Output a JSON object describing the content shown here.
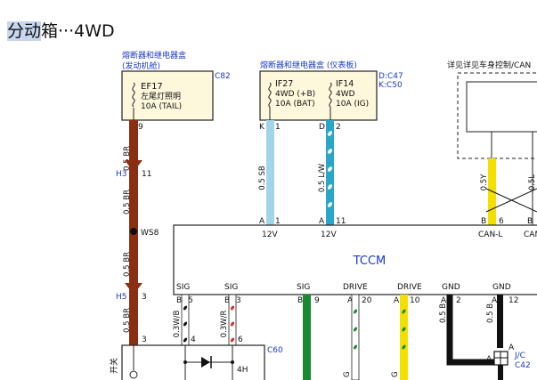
{
  "title": {
    "highlighted": "分动",
    "rest": "箱···4WD"
  },
  "colors": {
    "br": "#8b2f12",
    "sb": "#9fd6ea",
    "lw": "#2aa6c8",
    "green": "#1a8a32",
    "yellow": "#f3e000",
    "black": "#111111",
    "blue_text": "#1a3acc",
    "fuse_box_fill": "#fdf8dc"
  },
  "fuse_box_1": {
    "title_line1": "熔断器和继电器盒",
    "title_line2": "(发动机舱)",
    "code": "C82",
    "fuse_id": "EF17",
    "fuse_desc": "左尾灯照明",
    "fuse_rating": "10A (TAIL)",
    "pin_out": "9"
  },
  "fuse_box_2": {
    "title": "熔断器和继电器盒 (仪表板)",
    "code_d": "D:C47",
    "code_k": "K:C50",
    "fuse_a_id": "IF27",
    "fuse_a_line": "4WD (+B)",
    "fuse_a_rating": "10A (BAT)",
    "fuse_b_id": "IF14",
    "fuse_b_line": "4WD",
    "fuse_b_rating": "10A (IG)",
    "conn_k": "K",
    "pin_k": "1",
    "conn_d": "D",
    "pin_d": "2"
  },
  "ref_box": {
    "label": "详见详见车身控制/CAN"
  },
  "wires": {
    "w_br_1": "0.5 BR",
    "w_br_2": "0.5 BR",
    "w_br_3": "0.5 BR",
    "w_sb": "0.5 SB",
    "w_lw": "0.5 L/W",
    "w_y": "0.5Y",
    "w_l": "0.5L",
    "w_wb": "0.3W/B",
    "w_wr": "0.3W/R",
    "w_b1": "0.5 B",
    "w_b2": "0.5 B"
  },
  "connectors": {
    "h3_name": "H3",
    "h3_pin": "11",
    "splice": "WS8",
    "h5_name": "H5",
    "h5_pin": "3",
    "h5_pin_below": "3",
    "c60": "C60",
    "c60_pin1": "4",
    "c60_pin2": "6",
    "c60_relay": "4H",
    "c60_side_text": "开关",
    "jc_name": "J/C",
    "jc_code": "C42",
    "jc_pin_a": "A",
    "jc_pin_a2": "A"
  },
  "tccm": {
    "name": "TCCM",
    "top_pins": [
      {
        "letter": "A",
        "num": "1",
        "label": "12V"
      },
      {
        "letter": "A",
        "num": "11",
        "label": "12V"
      },
      {
        "letter": "B",
        "num": "6",
        "label": "CAN-L"
      },
      {
        "letter": "B",
        "num": "",
        "label": "CAN"
      }
    ],
    "bottom_pins": [
      {
        "label": "SIG",
        "letter": "B",
        "num": "5"
      },
      {
        "label": "SIG",
        "letter": "B",
        "num": "3"
      },
      {
        "label": "SIG",
        "letter": "B",
        "num": "9"
      },
      {
        "label": "DRIVE",
        "letter": "A",
        "num": "20"
      },
      {
        "label": "DRIVE",
        "letter": "A",
        "num": "10"
      },
      {
        "label": "GND",
        "letter": "A",
        "num": "2"
      },
      {
        "label": "GND",
        "letter": "A",
        "num": "12"
      }
    ],
    "bottom_wire_codes": [
      "G",
      "G"
    ]
  }
}
